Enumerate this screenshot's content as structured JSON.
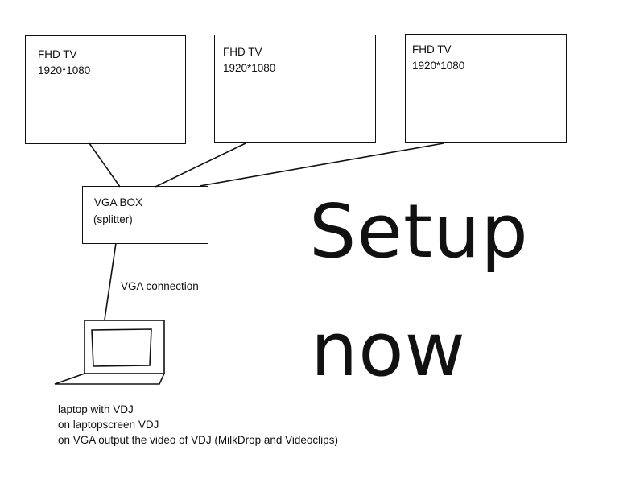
{
  "tv_screens": [
    {
      "name": "FHD TV",
      "resolution": "1920*1080"
    },
    {
      "name": "FHD TV",
      "resolution": "1920*1080"
    },
    {
      "name": "FHD TV",
      "resolution": "1920*1080"
    }
  ],
  "splitter": {
    "title": "VGA BOX",
    "subtitle": "(splitter)"
  },
  "connection_label": "VGA connection",
  "laptop_notes": [
    "laptop with VDJ",
    "on laptopscreen VDJ",
    "on VGA output the video of VDJ (MilkDrop and Videoclips)"
  ],
  "headline": [
    "Setup",
    "now"
  ],
  "line_color": "#111111"
}
